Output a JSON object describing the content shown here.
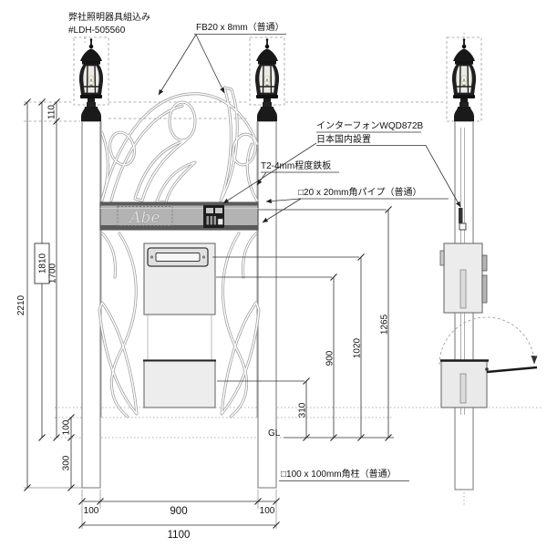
{
  "drawing": {
    "notes": {
      "lamp_builtin": "弊社照明器具組込み",
      "lamp_model": "#LDH-505560",
      "flat_bar": "FB20 x 8mm（普通）",
      "intercom_model": "インターフォンWQD872B",
      "intercom_note": "日本国内設置",
      "steel_plate": "T2-4mm程度鉄板",
      "square_pipe": "□20 x 20mm角パイプ（普通）",
      "square_post": "□100 x 100mm角柱（普通）",
      "ground_line": "GL"
    },
    "nameplate": "Abe",
    "dims": {
      "total_h": "2210",
      "above_gl": "1810",
      "panel_h": "1700",
      "lamp_base": "110",
      "plinth": "100",
      "embed": "300",
      "box_h": "310",
      "mail_h": "900",
      "slot_h": "1020",
      "intercom_h": "1265",
      "left_post_w": "100",
      "span_w": "900",
      "right_post_w": "100",
      "total_w": "1100"
    },
    "colors": {
      "line": "#333333",
      "ironwork": "#a2a2a2",
      "band": "#b3b3b3",
      "lantern": "#1a1a1a"
    }
  }
}
